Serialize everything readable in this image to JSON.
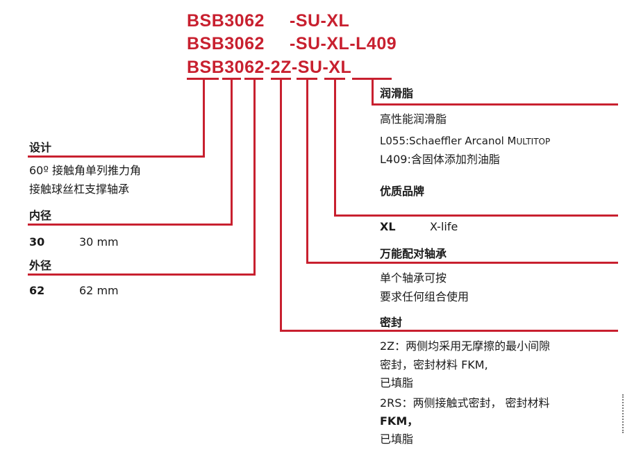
{
  "codes": {
    "line1_base": "BSB3062",
    "line1_suffix": "-SU-XL",
    "line2_base": "BSB3062",
    "line2_suffix": "-SU-XL-L409",
    "line3": "BSB3062-2Z-SU-XL"
  },
  "design": {
    "title": "设计",
    "lines": [
      "60º 接触角单列推力角",
      "接触球丝杠支撑轴承"
    ]
  },
  "bore": {
    "title": "内径",
    "code": "30",
    "value": "30 mm"
  },
  "outer": {
    "title": "外径",
    "code": "62",
    "value": "62 mm"
  },
  "lubricant": {
    "title": "润滑脂",
    "line1": "高性能润滑脂",
    "l055_prefix": "L055:Schaeffler Arcanol M",
    "l055_sc": "ULTITOP",
    "l409": "L409:含固体添加剂油脂"
  },
  "brand": {
    "title": "优质品牌",
    "code": "XL",
    "value": "X-life"
  },
  "pairing": {
    "title": "万能配对轴承",
    "lines": [
      "单个轴承可按",
      "要求任何组合使用"
    ]
  },
  "seal": {
    "title": "密封",
    "lines": [
      "2Z：两侧均采用无摩擦的最小间隙",
      "密封，密封材料 FKM,",
      "已填脂",
      "2RS：两侧接触式密封， 密封材料",
      "FKM，",
      "已填脂"
    ]
  },
  "colors": {
    "accent": "#c8202f"
  }
}
